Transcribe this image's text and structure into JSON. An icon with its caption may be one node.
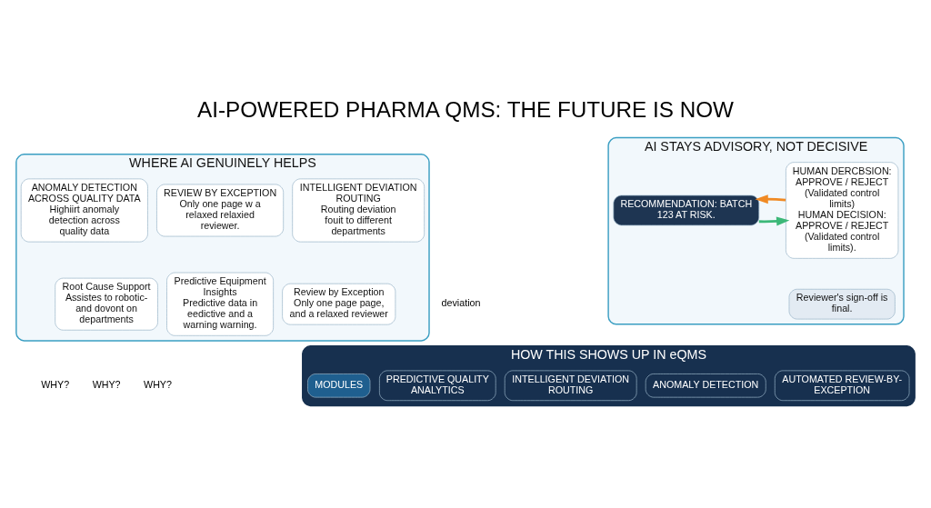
{
  "diagram": {
    "title": "AI-POWERED PHARMA QMS: THE FUTURE IS NOW",
    "nodes": [
      {
        "text": [
          "WHERE AI GENUINELY HELPS"
        ]
      },
      {
        "text": [
          "INTELLIGENT DEVIATION ROUTING",
          "Routing deviation fouit to different departments"
        ],
        "in": 0
      },
      {
        "text": [
          "ANOMALY DETECTION ACROSS QUALITY DATA",
          "Highiirt anomaly detection across quality data"
        ],
        "in": 0
      },
      {
        "text": [
          "REVIEW BY EXCEPTION",
          "Only one page w a relaxed relaxied reviewer."
        ],
        "in": 0
      },
      {
        "text": [
          "Review by Exception",
          "Only one page page, and a relaxed reviewer"
        ],
        "in": 0
      },
      {
        "text": [
          "Root Cause Support",
          "Assistes to robotic-and dovont on departments"
        ],
        "in": 0
      },
      {
        "text": [
          "Predictive Equipment Insights",
          "Predictive data in eedictive and a warning warning."
        ],
        "in": 0
      },
      {
        "text": [
          "AI STAYS ADVISORY, NOT DECISIVE"
        ]
      },
      {
        "text": [
          "RECOMMENDATION: BATCH 123 AT RISK."
        ],
        "in": 7
      },
      {
        "text": [
          "HUMAN DERCBSION: APPROVE / REJECT",
          "(Validated control limits)",
          "HUMAN DECISION: APPROVE / REJECT",
          "(Validated control limits)."
        ],
        "in": 7
      },
      {
        "text": [
          "Reviewer's sign-off is final."
        ],
        "in": 7
      },
      {
        "text": [
          "HOW THIS SHOWS UP IN eQMS"
        ]
      },
      {
        "text": [
          "MODULES"
        ],
        "in": 11
      },
      {
        "text": [
          "PREDICTIVE QUALITY ANALYTICS"
        ],
        "in": 11
      },
      {
        "text": [
          "INTELLIGENT DEVIATION ROUTING"
        ],
        "in": 11
      },
      {
        "text": [
          "ANOMALY DETECTION"
        ],
        "in": 11
      },
      {
        "text": [
          "AUTOMATED REVIEW-BY-EXCEPTION"
        ],
        "in": 11
      }
    ],
    "edges": [
      {
        "from": 8,
        "to": 9,
        "arrow": "to",
        "color": "#3cb878"
      },
      {
        "from": 9,
        "to": 8,
        "arrow": "to",
        "color": "#f08a24"
      }
    ],
    "labels": [
      "deviation",
      "WHY?",
      "WHY?",
      "WHY?"
    ]
  }
}
